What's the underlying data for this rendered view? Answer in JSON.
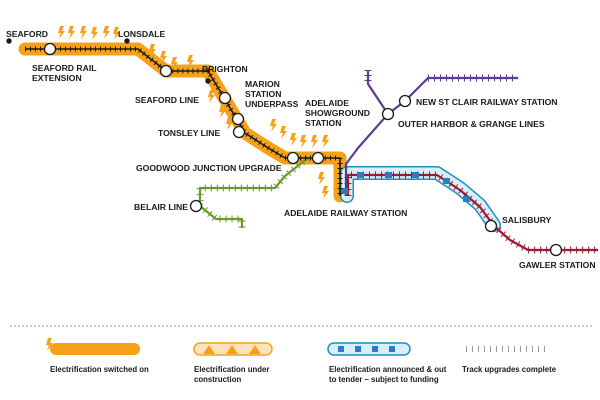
{
  "colors": {
    "electrified": "#f7a11a",
    "track": "#1a1a1a",
    "gawler_line": "#9b1b30",
    "outer_harbor": "#5b3c8f",
    "belair": "#6a9a2c",
    "tender_outline": "#1f8ec2",
    "tender_fill": "#d8eef8",
    "tender_block": "#2a7cc7",
    "construction_fill": "#fde3bd"
  },
  "stations": {
    "seaford": "SEAFORD",
    "lonsdale": "LONSDALE",
    "seaford_rail_ext_1": "SEAFORD RAIL",
    "seaford_rail_ext_2": "EXTENSION",
    "brighton": "BRIGHTON",
    "marion_1": "MARION",
    "marion_2": "STATION",
    "marion_3": "UNDERPASS",
    "seaford_line": "SEAFORD LINE",
    "tonsley_line": "TONSLEY LINE",
    "showground_1": "ADELAIDE",
    "showground_2": "SHOWGROUND",
    "showground_3": "STATION",
    "new_st_clair": "NEW ST CLAIR RAILWAY STATION",
    "outer_harbor": "OUTER HARBOR & GRANGE LINES",
    "goodwood": "GOODWOOD JUNCTION UPGRADE",
    "belair": "BELAIR LINE",
    "adelaide": "ADELAIDE RAILWAY STATION",
    "salisbury": "SALISBURY",
    "gawler": "GAWLER STATION"
  },
  "legend": {
    "switched_on": "Electrification switched on",
    "under_construction_1": "Electrification under",
    "under_construction_2": "construction",
    "tender_1": "Electrification announced & out",
    "tender_2": "to tender – subject to funding",
    "track_upgrades": "Track upgrades complete"
  },
  "icons": {
    "electrification": "lightning-bolt-icon",
    "station": "station-circle-icon",
    "terminus": "terminus-dot-icon"
  }
}
